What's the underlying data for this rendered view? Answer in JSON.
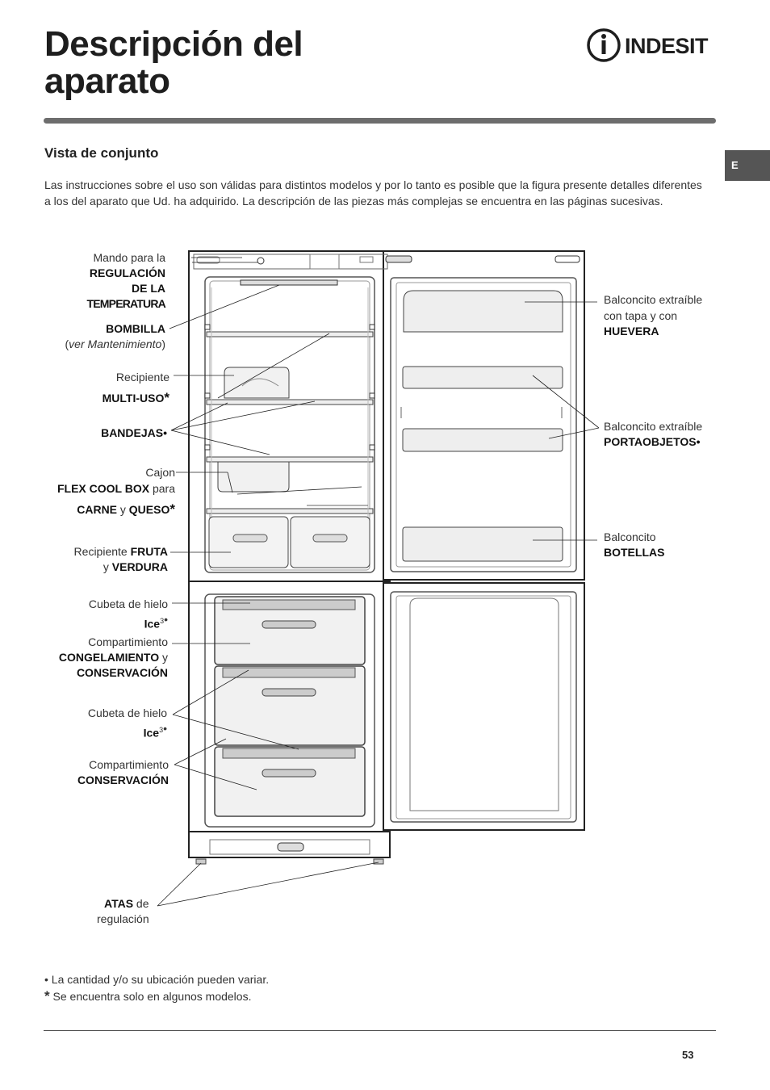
{
  "header": {
    "title_line1": "Descripción del",
    "title_line2": "aparato",
    "brand": "INDESIT",
    "lang_tab": "E"
  },
  "section": {
    "title": "Vista de conjunto",
    "intro": "Las instrucciones sobre el uso son válidas para distintos modelos y por lo tanto es posible que la figura presente detalles diferentes a los del aparato que Ud. ha adquirido. La descripción de las piezas más complejas se encuentra en las páginas sucesivas."
  },
  "labels": {
    "mando": {
      "l1": "Mando para la",
      "l2": "REGULACIÓN",
      "l3": "DE LA",
      "l4": "TEMPERATURA"
    },
    "bombilla": {
      "l1": "BOMBILLA",
      "l2_pre": "(",
      "l2_it": "ver Mantenimiento",
      "l2_post": ")"
    },
    "recipiente_multi": {
      "l1": "Recipiente",
      "l2": "MULTI-USO",
      "mark": "*"
    },
    "bandejas": {
      "l1": "BANDEJAS",
      "mark": "•"
    },
    "cajon": {
      "l1": "Cajon",
      "l2_b": "FLEX COOL BOX",
      "l2_n": " para",
      "l3_b1": "CARNE",
      "l3_n": " y ",
      "l3_b2": "QUESO",
      "mark": "*"
    },
    "fruta": {
      "l1_n": "Recipiente ",
      "l1_b": "FRUTA",
      "l2_n": "y ",
      "l2_b": "VERDURA"
    },
    "cubeta1": {
      "l1": "Cubeta de hielo",
      "l2": "Ice",
      "sup": "3",
      "mark": "•"
    },
    "congelamiento": {
      "l1": "Compartimiento",
      "l2_b": "CONGELAMIENTO",
      "l2_n": " y",
      "l3": "CONSERVACIÓN"
    },
    "cubeta2": {
      "l1": "Cubeta de hielo",
      "l2": "Ice",
      "sup": "3",
      "mark": "•"
    },
    "conservacion": {
      "l1": "Compartimiento",
      "l2": "CONSERVACIÓN"
    },
    "atas": {
      "l1_b": "ATAS",
      "l1_n": " de",
      "l2": "regulación"
    },
    "huevera": {
      "l1": "Balconcito extraíble",
      "l2": "con tapa y con",
      "l3": "HUEVERA"
    },
    "portaobjetos": {
      "l1": "Balconcito extraíble",
      "l2": "PORTAOBJETOS",
      "mark": "•"
    },
    "botellas": {
      "l1": "Balconcito",
      "l2": "BOTELLAS"
    }
  },
  "notes": {
    "bullet_mark": "•",
    "bullet_text": "La cantidad y/o su ubicación pueden variar.",
    "star_mark": "*",
    "star_text": "Se encuentra solo en algunos modelos."
  },
  "footer": {
    "page_number": "53"
  }
}
